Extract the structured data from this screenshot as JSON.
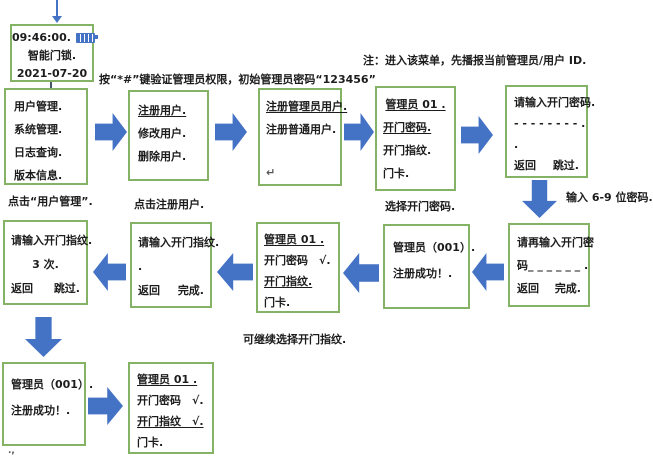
{
  "colors": {
    "box_border": "#84b366",
    "arrow_blue": "#4472c4",
    "text": "#1c1c1c"
  },
  "annotations": {
    "note_top": "注：进入该菜单，先播报当前管理员/用户 ID.",
    "auth_hint": "按“*#”键验证管理员权限，初始管理员密码“123456”",
    "stray_mark": ".,"
  },
  "captions": {
    "click_user_mgmt": "点击“用户管理”.",
    "click_register_user": "点击注册用户.",
    "select_password": "选择开门密码.",
    "enter_password_hint": "输入 6-9 位密码.",
    "continue_fingerprint": "可继续选择开门指纹."
  },
  "boxes": {
    "device": {
      "time": "09:46:00.",
      "battery_icon": "battery-icon",
      "title": "智能门锁.",
      "date": "2021-07-20"
    },
    "main_menu": {
      "items": [
        "用户管理.",
        "系统管理.",
        "日志查询.",
        "版本信息."
      ]
    },
    "user_menu": {
      "items": [
        "注册用户.",
        "修改用户.",
        "删除用户."
      ]
    },
    "register_menu": {
      "items": [
        "注册管理员用户.",
        "注册普通用户."
      ],
      "return_symbol": "↵"
    },
    "admin01_select": {
      "header": "管理员 01 .",
      "items": [
        "开门密码.",
        "开门指纹.",
        "门卡."
      ]
    },
    "enter_password": {
      "prompt": "请输入开门密码.",
      "input_dashes": "- - - - - - - - .",
      "dot": ".",
      "back": "返回",
      "action": "跳过."
    },
    "reenter_password": {
      "prompt_line1": "请再输入开门密",
      "prompt_line2": "码_ _ _ _ _ _ .",
      "back": "返回",
      "action": "完成."
    },
    "admin_success_row2": {
      "lines": [
        "管理员（001）.",
        "注册成功！."
      ]
    },
    "admin01_pwd_done": {
      "header": "管理员 01 .",
      "items": [
        "开门密码　√.",
        "开门指纹.",
        "门卡."
      ]
    },
    "enter_fingerprint_confirm": {
      "prompt": "请输入开门指纹.",
      "dot": ".",
      "back": "返回",
      "action": "完成."
    },
    "enter_fingerprint": {
      "prompt": "请输入开门指纹.",
      "times": "3 次.",
      "back": "返回",
      "action": "跳过."
    },
    "admin_success_row3": {
      "lines": [
        "管理员（001）.",
        "注册成功！."
      ]
    },
    "admin01_all_done": {
      "header": "管理员 01 .",
      "items": [
        "开门密码　√.",
        "开门指纹　√.",
        "门卡."
      ]
    }
  }
}
